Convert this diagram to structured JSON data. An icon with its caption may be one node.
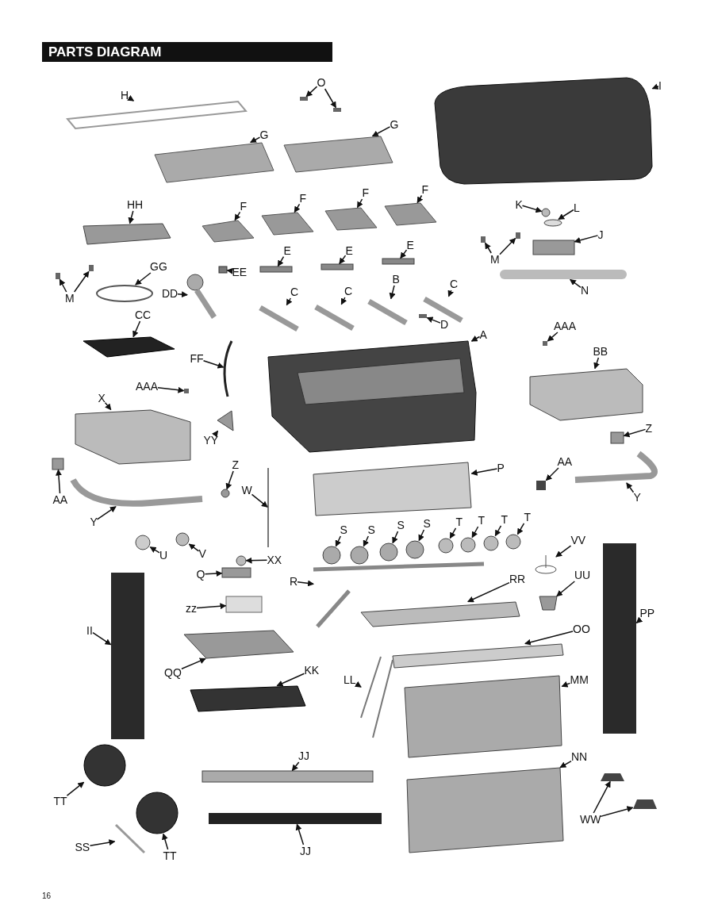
{
  "diagram": {
    "title": "PARTS DIAGRAM",
    "nodes": [
      {
        "text": [
          "H"
        ]
      },
      {
        "text": [],
        "shape": "box"
      },
      {
        "text": [
          "O"
        ]
      },
      {
        "text": [],
        "shape": "box"
      },
      {
        "text": [],
        "shape": "box"
      },
      {
        "text": [
          "G"
        ]
      },
      {
        "text": [],
        "shape": "box"
      },
      {
        "text": [
          "G"
        ]
      },
      {
        "text": [],
        "shape": "box"
      },
      {
        "text": [
          "I"
        ]
      },
      {
        "text": [],
        "shape": "box"
      },
      {
        "text": [
          "HH"
        ]
      },
      {
        "text": [],
        "shape": "box"
      },
      {
        "text": [
          "F"
        ]
      },
      {
        "text": [],
        "shape": "box"
      },
      {
        "text": [
          "F"
        ]
      },
      {
        "text": [],
        "shape": "box"
      },
      {
        "text": [
          "F"
        ]
      },
      {
        "text": [],
        "shape": "box"
      },
      {
        "text": [
          "F"
        ]
      },
      {
        "text": [],
        "shape": "box"
      },
      {
        "text": [
          "K"
        ]
      },
      {
        "text": [],
        "shape": "circle"
      },
      {
        "text": [
          "L"
        ]
      },
      {
        "text": [],
        "shape": "circle"
      },
      {
        "text": [
          "J"
        ]
      },
      {
        "text": [],
        "shape": "box"
      },
      {
        "text": [
          "M"
        ]
      },
      {
        "text": [],
        "shape": "box"
      },
      {
        "text": [],
        "shape": "box"
      },
      {
        "text": [
          "E"
        ]
      },
      {
        "text": [],
        "shape": "box"
      },
      {
        "text": [
          "E"
        ]
      },
      {
        "text": [],
        "shape": "box"
      },
      {
        "text": [
          "E"
        ]
      },
      {
        "text": [],
        "shape": "box"
      },
      {
        "text": [
          "M"
        ]
      },
      {
        "text": [],
        "shape": "box"
      },
      {
        "text": [],
        "shape": "box"
      },
      {
        "text": [
          "GG"
        ]
      },
      {
        "text": [],
        "shape": "circle"
      },
      {
        "text": [
          "EE"
        ]
      },
      {
        "text": [],
        "shape": "box"
      },
      {
        "text": [
          "DD"
        ]
      },
      {
        "text": [],
        "shape": "picture"
      },
      {
        "text": [
          "N"
        ]
      },
      {
        "text": [],
        "shape": "box"
      },
      {
        "text": [
          "C"
        ]
      },
      {
        "text": [],
        "shape": "bar"
      },
      {
        "text": [
          "C"
        ]
      },
      {
        "text": [],
        "shape": "bar"
      },
      {
        "text": [
          "B"
        ]
      },
      {
        "text": [],
        "shape": "bar"
      },
      {
        "text": [
          "C"
        ]
      },
      {
        "text": [],
        "shape": "bar"
      },
      {
        "text": [
          "D"
        ]
      },
      {
        "text": [],
        "shape": "box"
      },
      {
        "text": [
          "CC"
        ]
      },
      {
        "text": [],
        "shape": "box"
      },
      {
        "text": [
          "A"
        ]
      },
      {
        "text": [],
        "shape": "box"
      },
      {
        "text": [
          "AAA"
        ]
      },
      {
        "text": [],
        "shape": "box"
      },
      {
        "text": [
          "FF"
        ]
      },
      {
        "text": [],
        "shape": "bar"
      },
      {
        "text": [
          "BB"
        ]
      },
      {
        "text": [],
        "shape": "box"
      },
      {
        "text": [
          "AAA"
        ]
      },
      {
        "text": [],
        "shape": "box"
      },
      {
        "text": [
          "X"
        ]
      },
      {
        "text": [],
        "shape": "box"
      },
      {
        "text": [
          "YY"
        ]
      },
      {
        "text": [],
        "shape": "box"
      },
      {
        "text": [
          "Z"
        ]
      },
      {
        "text": [],
        "shape": "box"
      },
      {
        "text": [
          "AA"
        ]
      },
      {
        "text": [],
        "shape": "box"
      },
      {
        "text": [
          "Y"
        ]
      },
      {
        "text": [],
        "shape": "bar"
      },
      {
        "text": [
          "Z"
        ]
      },
      {
        "text": [],
        "shape": "circle"
      },
      {
        "text": [
          "W"
        ]
      },
      {
        "text": [],
        "shape": "bar"
      },
      {
        "text": [
          "AA"
        ]
      },
      {
        "text": [],
        "shape": "box"
      },
      {
        "text": [
          "Y"
        ]
      },
      {
        "text": [],
        "shape": "bar"
      },
      {
        "text": [
          "P"
        ]
      },
      {
        "text": [],
        "shape": "box"
      },
      {
        "text": [
          "U"
        ]
      },
      {
        "text": [],
        "shape": "circle"
      },
      {
        "text": [
          "V"
        ]
      },
      {
        "text": [],
        "shape": "circle"
      },
      {
        "text": [
          "S"
        ]
      },
      {
        "text": [],
        "shape": "circle"
      },
      {
        "text": [
          "S"
        ]
      },
      {
        "text": [],
        "shape": "circle"
      },
      {
        "text": [
          "S"
        ]
      },
      {
        "text": [],
        "shape": "circle"
      },
      {
        "text": [
          "S"
        ]
      },
      {
        "text": [],
        "shape": "circle"
      },
      {
        "text": [
          "T"
        ]
      },
      {
        "text": [],
        "shape": "circle"
      },
      {
        "text": [
          "T"
        ]
      },
      {
        "text": [],
        "shape": "circle"
      },
      {
        "text": [
          "T"
        ]
      },
      {
        "text": [],
        "shape": "circle"
      },
      {
        "text": [
          "T"
        ]
      },
      {
        "text": [],
        "shape": "circle"
      },
      {
        "text": [
          "VV"
        ]
      },
      {
        "text": [],
        "shape": "picture"
      },
      {
        "text": [
          "Q"
        ]
      },
      {
        "text": [],
        "shape": "box"
      },
      {
        "text": [
          "XX"
        ]
      },
      {
        "text": [],
        "shape": "circle"
      },
      {
        "text": [
          "R"
        ]
      },
      {
        "text": [],
        "shape": "bar"
      },
      {
        "text": [
          "RR"
        ]
      },
      {
        "text": [],
        "shape": "box"
      },
      {
        "text": [
          "UU"
        ]
      },
      {
        "text": [],
        "shape": "box"
      },
      {
        "text": [
          "zz"
        ]
      },
      {
        "text": [],
        "shape": "box"
      },
      {
        "text": [
          "II"
        ]
      },
      {
        "text": [],
        "shape": "box"
      },
      {
        "text": [
          "PP"
        ]
      },
      {
        "text": [],
        "shape": "box"
      },
      {
        "text": [
          "QQ"
        ]
      },
      {
        "text": [],
        "shape": "box"
      },
      {
        "text": [
          "OO"
        ]
      },
      {
        "text": [],
        "shape": "box"
      },
      {
        "text": [
          "KK"
        ]
      },
      {
        "text": [],
        "shape": "box"
      },
      {
        "text": [
          "LL"
        ]
      },
      {
        "text": [],
        "shape": "bar"
      },
      {
        "text": [
          "MM"
        ]
      },
      {
        "text": [],
        "shape": "box"
      },
      {
        "text": [
          "JJ"
        ]
      },
      {
        "text": [],
        "shape": "box"
      },
      {
        "text": [
          "NN"
        ]
      },
      {
        "text": [],
        "shape": "box"
      },
      {
        "text": [
          "TT"
        ]
      },
      {
        "text": [],
        "shape": "circle"
      },
      {
        "text": [
          "WW"
        ]
      },
      {
        "text": [],
        "shape": "box"
      },
      {
        "text": [],
        "shape": "box"
      },
      {
        "text": [
          "SS"
        ]
      },
      {
        "text": [],
        "shape": "bar"
      },
      {
        "text": [
          "JJ"
        ]
      },
      {
        "text": [],
        "shape": "box"
      },
      {
        "text": [
          "TT"
        ]
      },
      {
        "text": [],
        "shape": "circle"
      }
    ],
    "edges": [
      {
        "from": 0,
        "to": 1,
        "arrow": "to"
      },
      {
        "from": 2,
        "to": 3,
        "arrow": "to"
      },
      {
        "from": 2,
        "to": 4,
        "arrow": "to"
      },
      {
        "from": 5,
        "to": 6,
        "arrow": "to"
      },
      {
        "from": 7,
        "to": 8,
        "arrow": "to"
      },
      {
        "from": 9,
        "to": 10,
        "arrow": "to"
      },
      {
        "from": 11,
        "to": 12,
        "arrow": "to"
      },
      {
        "from": 13,
        "to": 14,
        "arrow": "to"
      },
      {
        "from": 15,
        "to": 16,
        "arrow": "to"
      },
      {
        "from": 17,
        "to": 18,
        "arrow": "to"
      },
      {
        "from": 19,
        "to": 20,
        "arrow": "to"
      },
      {
        "from": 21,
        "to": 22,
        "arrow": "to"
      },
      {
        "from": 23,
        "to": 24,
        "arrow": "to"
      },
      {
        "from": 25,
        "to": 26,
        "arrow": "to"
      },
      {
        "from": 27,
        "to": 28,
        "arrow": "to"
      },
      {
        "from": 27,
        "to": 29,
        "arrow": "to"
      },
      {
        "from": 30,
        "to": 31,
        "arrow": "to"
      },
      {
        "from": 32,
        "to": 33,
        "arrow": "to"
      },
      {
        "from": 34,
        "to": 35,
        "arrow": "to"
      },
      {
        "from": 36,
        "to": 37,
        "arrow": "to"
      },
      {
        "from": 36,
        "to": 38,
        "arrow": "to"
      },
      {
        "from": 39,
        "to": 40,
        "arrow": "to"
      },
      {
        "from": 41,
        "to": 42,
        "arrow": "to"
      },
      {
        "from": 43,
        "to": 44,
        "arrow": "to"
      },
      {
        "from": 45,
        "to": 46,
        "arrow": "to"
      },
      {
        "from": 47,
        "to": 48,
        "arrow": "to"
      },
      {
        "from": 49,
        "to": 50,
        "arrow": "to"
      },
      {
        "from": 51,
        "to": 52,
        "arrow": "to"
      },
      {
        "from": 53,
        "to": 54,
        "arrow": "to"
      },
      {
        "from": 55,
        "to": 56,
        "arrow": "to"
      },
      {
        "from": 57,
        "to": 58,
        "arrow": "to"
      },
      {
        "from": 59,
        "to": 60,
        "arrow": "to"
      },
      {
        "from": 61,
        "to": 62,
        "arrow": "to"
      },
      {
        "from": 63,
        "to": 64,
        "arrow": "to"
      },
      {
        "from": 65,
        "to": 66,
        "arrow": "to"
      },
      {
        "from": 67,
        "to": 68,
        "arrow": "to"
      },
      {
        "from": 69,
        "to": 70,
        "arrow": "to"
      },
      {
        "from": 71,
        "to": 72,
        "arrow": "to"
      },
      {
        "from": 73,
        "to": 74,
        "arrow": "to"
      },
      {
        "from": 75,
        "to": 76,
        "arrow": "to"
      },
      {
        "from": 77,
        "to": 78,
        "arrow": "to"
      },
      {
        "from": 79,
        "to": 80,
        "arrow": "to"
      },
      {
        "from": 81,
        "to": 82,
        "arrow": "to"
      },
      {
        "from": 83,
        "to": 84,
        "arrow": "to"
      },
      {
        "from": 85,
        "to": 86,
        "arrow": "to"
      },
      {
        "from": 87,
        "to": 88,
        "arrow": "to"
      },
      {
        "from": 89,
        "to": 90,
        "arrow": "to"
      },
      {
        "from": 91,
        "to": 92,
        "arrow": "to"
      },
      {
        "from": 93,
        "to": 94,
        "arrow": "to"
      },
      {
        "from": 95,
        "to": 96,
        "arrow": "to"
      },
      {
        "from": 97,
        "to": 98,
        "arrow": "to"
      },
      {
        "from": 99,
        "to": 100,
        "arrow": "to"
      },
      {
        "from": 101,
        "to": 102,
        "arrow": "to"
      },
      {
        "from": 103,
        "to": 104,
        "arrow": "to"
      },
      {
        "from": 105,
        "to": 106,
        "arrow": "to"
      },
      {
        "from": 107,
        "to": 108,
        "arrow": "to"
      },
      {
        "from": 109,
        "to": 110,
        "arrow": "to"
      },
      {
        "from": 111,
        "to": 112,
        "arrow": "to"
      },
      {
        "from": 113,
        "to": 114,
        "arrow": "to"
      },
      {
        "from": 115,
        "to": 116,
        "arrow": "to"
      },
      {
        "from": 117,
        "to": 118,
        "arrow": "to"
      },
      {
        "from": 119,
        "to": 120,
        "arrow": "to"
      },
      {
        "from": 121,
        "to": 122,
        "arrow": "to"
      },
      {
        "from": 123,
        "to": 124,
        "arrow": "to"
      },
      {
        "from": 125,
        "to": 126,
        "arrow": "to"
      },
      {
        "from": 127,
        "to": 128,
        "arrow": "to"
      },
      {
        "from": 129,
        "to": 130,
        "arrow": "to"
      },
      {
        "from": 131,
        "to": 132,
        "arrow": "to"
      },
      {
        "from": 133,
        "to": 134,
        "arrow": "to"
      },
      {
        "from": 135,
        "to": 136,
        "arrow": "to"
      },
      {
        "from": 137,
        "to": 138,
        "arrow": "to"
      },
      {
        "from": 139,
        "to": 140,
        "arrow": "to"
      },
      {
        "from": 141,
        "to": 142,
        "arrow": "to"
      },
      {
        "from": 143,
        "to": 144,
        "arrow": "to"
      },
      {
        "from": 143,
        "to": 145,
        "arrow": "to"
      },
      {
        "from": 146,
        "to": 147,
        "arrow": "to"
      },
      {
        "from": 148,
        "to": 149,
        "arrow": "to"
      },
      {
        "from": 150,
        "to": 151,
        "arrow": "to"
      }
    ],
    "labels": [
      "16"
    ]
  }
}
